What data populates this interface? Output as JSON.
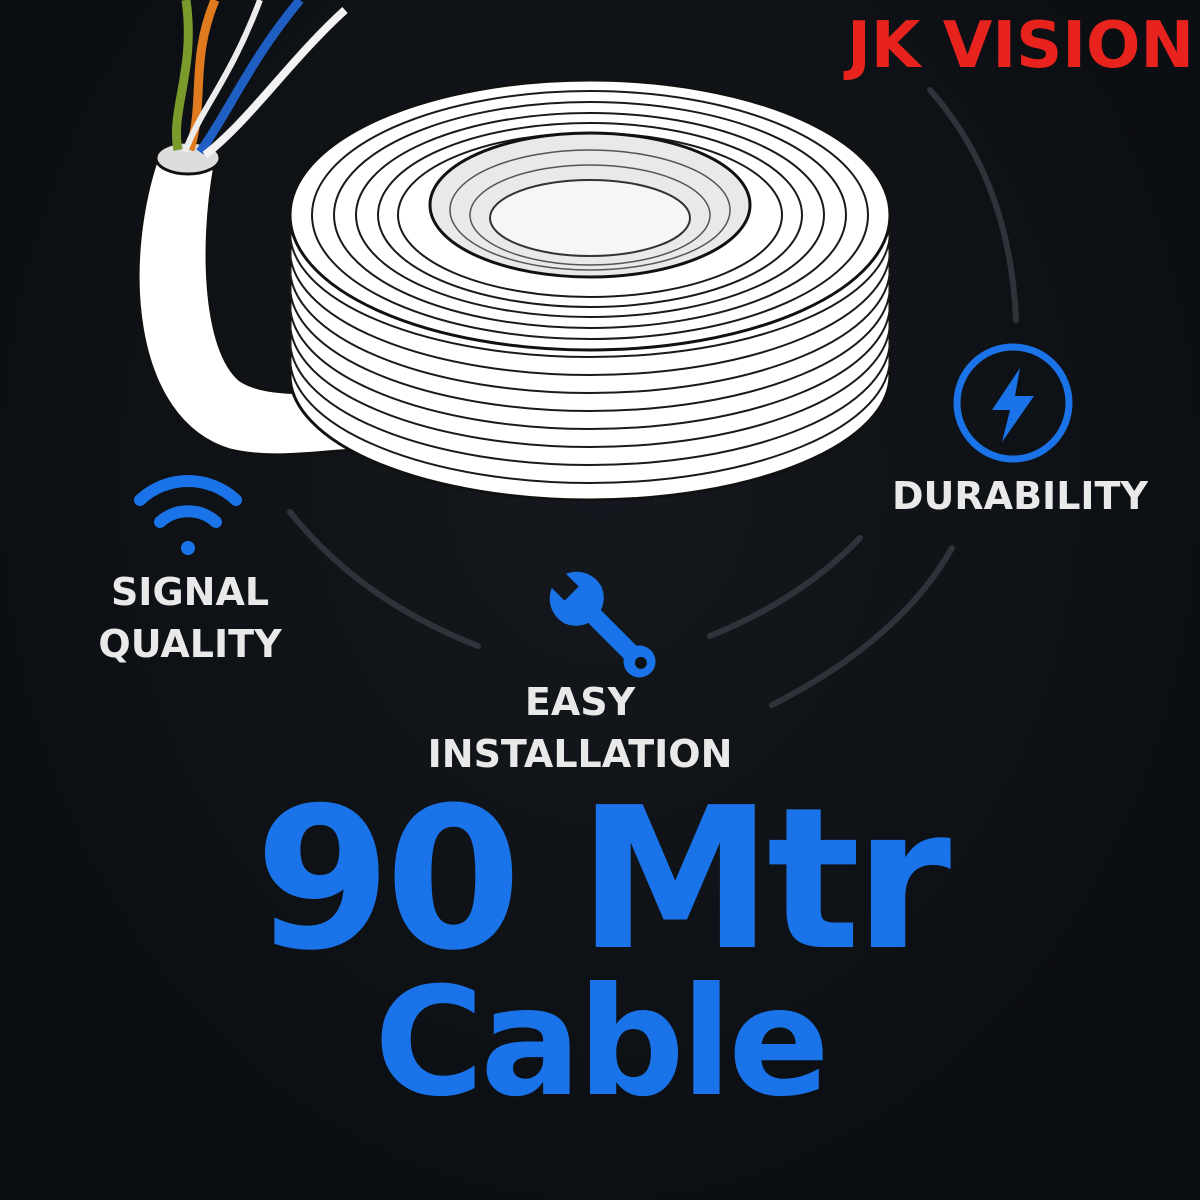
{
  "brand": {
    "name": "JK VISION",
    "color": "#e8231e"
  },
  "features": {
    "signal": {
      "icon": "wifi-signal-icon",
      "line1": "SIGNAL",
      "line2": "QUALITY"
    },
    "durability": {
      "icon": "lightning-bolt-icon",
      "line1": "DURABILITY"
    },
    "installation": {
      "icon": "wrench-icon",
      "line1": "EASY",
      "line2": "INSTALLATION"
    }
  },
  "headline": {
    "line1": "90 Mtr",
    "line2": "Cable",
    "color": "#1a73e8"
  },
  "product": {
    "illustration": "cable-coil-illustration"
  }
}
